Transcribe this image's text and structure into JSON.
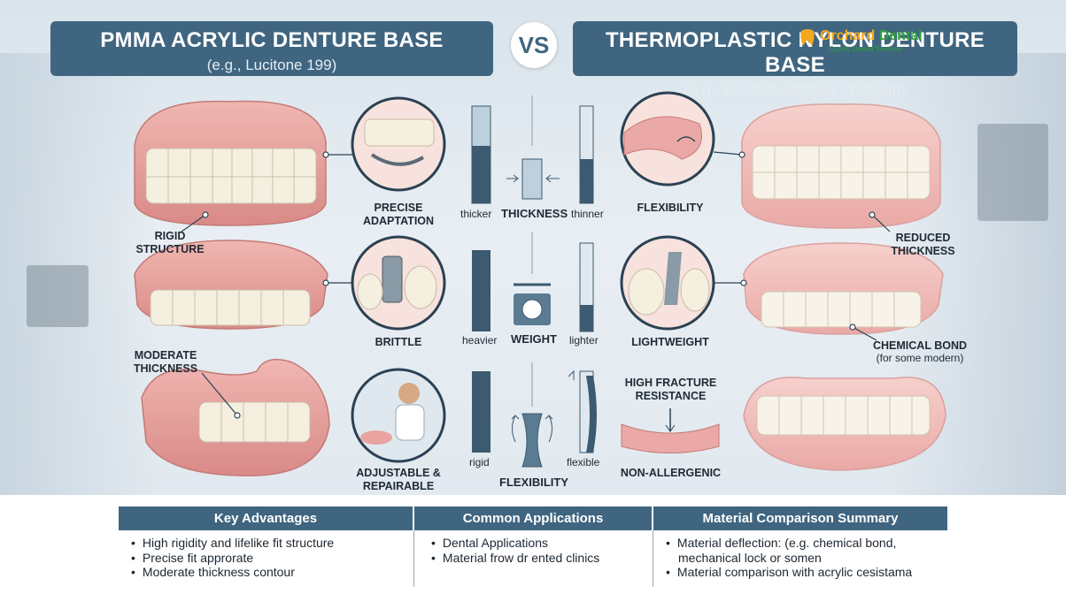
{
  "header": {
    "left_title": "PMMA ACRYLIC DENTURE BASE",
    "left_sub": "(e.g., Lucitone 199)",
    "vs": "VS",
    "right_title": "THERMOPLASTIC NYLON DENTURE BASE",
    "right_sub": "(e.g., Valplast, Valplast Premium)"
  },
  "logo": {
    "main_a": "Orchard",
    "main_b": " Dental",
    "sub": "Quality Dental Services"
  },
  "left_labels": {
    "rigid_structure": "RIGID STRUCTURE",
    "precise_adaptation": "PRECISE ADAPTATION",
    "moderate_thickness": "MODERATE THICKNESS",
    "brittle": "BRITTLE",
    "adjustable": "ADJUSTABLE & REPAIRABLE"
  },
  "right_labels": {
    "flexibility": "FLEXIBILITY",
    "reduced_thickness": "REDUCED THICKNESS",
    "lightweight": "LIGHTWEIGHT",
    "chemical_bond": "CHEMICAL BOND",
    "chemical_bond_note": "(for some modern)",
    "high_fracture": "HIGH FRACTURE RESISTANCE",
    "non_allergenic": "NON-ALLERGENIC"
  },
  "center": {
    "thickness": {
      "title": "THICKNESS",
      "left": "thicker",
      "right": "thinner"
    },
    "weight": {
      "title": "WEIGHT",
      "left": "heavier",
      "right": "lighter"
    },
    "flexibility": {
      "title": "FLEXIBILITY",
      "left": "rigid",
      "right": "flexible"
    }
  },
  "bottom": {
    "columns": [
      {
        "title": "Key Advantages",
        "items": [
          "High rigidity and lifelike fit structure",
          "Precise fit approrate",
          "Moderate thickness contour"
        ]
      },
      {
        "title": "Common Applications",
        "items": [
          "Dental Applications",
          "Material frow dr ented clinics"
        ]
      },
      {
        "title": "Material Comparison Summary",
        "items": [
          "Material deflection: (e.g. chemical bond,",
          "mechanical lock or somen",
          "Material comparison with acrylic cesistama"
        ]
      }
    ]
  },
  "colors": {
    "header_bg": "#3f6580",
    "gum": "#e9a3a0",
    "tooth": "#f7f1e3",
    "bar": "#3c5a70"
  }
}
